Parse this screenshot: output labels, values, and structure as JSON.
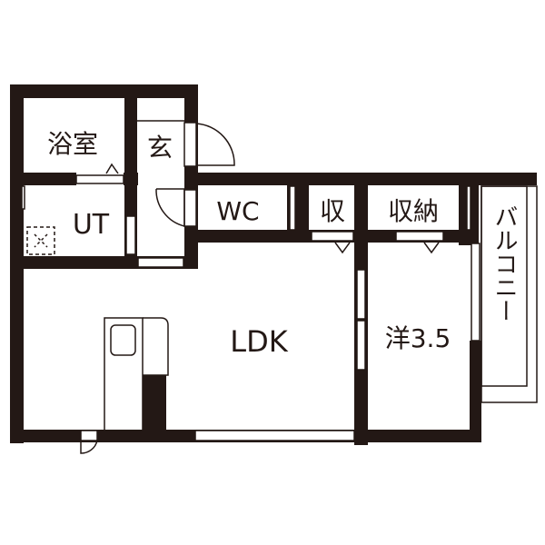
{
  "floor_plan": {
    "colors": {
      "wall": "#231815",
      "background": "#ffffff",
      "line": "#231815"
    },
    "rooms": [
      {
        "id": "bath",
        "label": "浴室"
      },
      {
        "id": "entrance",
        "label": "玄"
      },
      {
        "id": "utility",
        "label": "UT"
      },
      {
        "id": "toilet",
        "label": "WC"
      },
      {
        "id": "storage_small",
        "label": "収"
      },
      {
        "id": "storage",
        "label": "収納"
      },
      {
        "id": "ldk",
        "label": "LDK"
      },
      {
        "id": "western_room",
        "label": "洋3.5"
      },
      {
        "id": "balcony",
        "label": "バルコニー"
      }
    ]
  }
}
